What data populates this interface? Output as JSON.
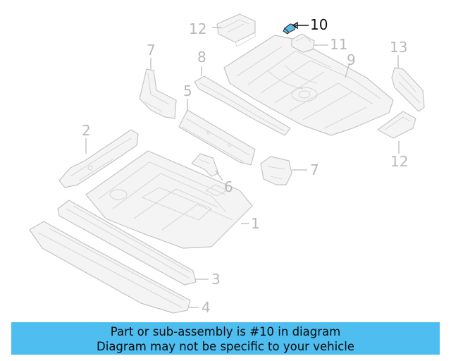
{
  "callouts": {
    "c1": "1",
    "c2": "2",
    "c3": "3",
    "c4": "4",
    "c5": "5",
    "c6": "6",
    "c7a": "7",
    "c7b": "7",
    "c8": "8",
    "c9": "9",
    "c10": "10",
    "c11": "11",
    "c12a": "12",
    "c12b": "12",
    "c13": "13"
  },
  "highlight_part": "10",
  "colors": {
    "banner": "#4ebdf0",
    "highlight": "#5fb7e3",
    "parts": "#c8c8c8",
    "callout_text": "#b9b9b9"
  },
  "banner": {
    "line1": "Part or sub-assembly is #10 in diagram",
    "line2": "Diagram may not be specific to your vehicle"
  }
}
